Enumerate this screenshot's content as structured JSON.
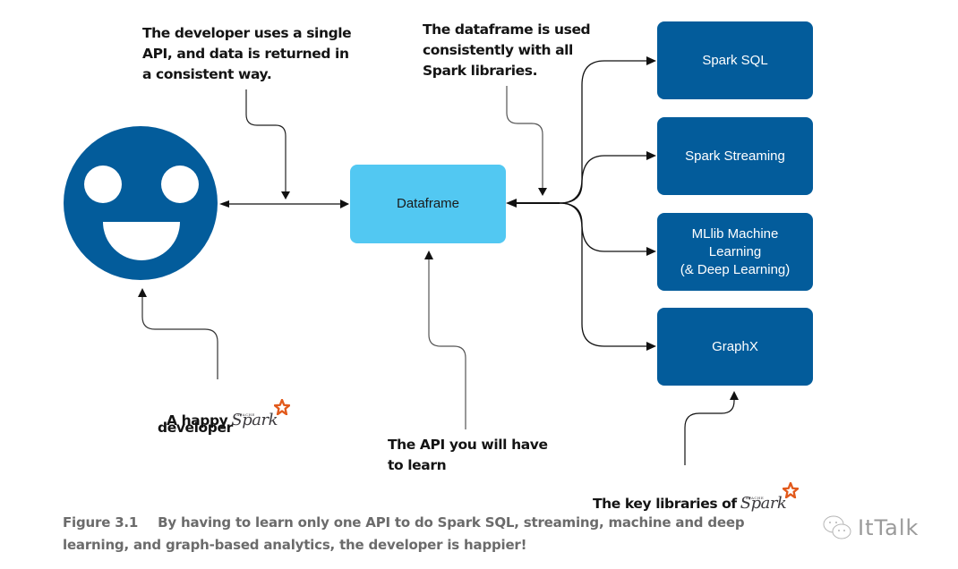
{
  "figure": {
    "number": "Figure 3.1",
    "caption_line1": "By having to learn only one API to do Spark SQL, streaming, machine and deep",
    "caption_line2": "learning, and graph-based analytics, the developer is happier!"
  },
  "nodes": {
    "developer": {
      "icon": "happy-face-icon",
      "color": "#035c9b"
    },
    "dataframe": {
      "label": "Dataframe",
      "color": "#52c8f2"
    },
    "libraries": [
      {
        "label": "Spark SQL"
      },
      {
        "label": "Spark Streaming"
      },
      {
        "label": "MLlib Machine\nLearning\n(& Deep Learning)"
      },
      {
        "label": "GraphX"
      }
    ],
    "library_color": "#035c9b"
  },
  "annotations": {
    "single_api": "The developer uses a single\nAPI, and data is returned in\na consistent way.",
    "dataframe_consistent": "The dataframe is used\nconsistently with all\nSpark libraries.",
    "happy_developer_prefix": "A happy",
    "happy_developer_suffix": "developer",
    "api_to_learn": "The API you will have\nto learn",
    "key_libraries": "The key libraries of"
  },
  "logo": {
    "name": "Spark",
    "apache": "APACHE",
    "star_color": "#e25a1c"
  },
  "watermark": {
    "icon": "wechat-icon",
    "text": "ItTalk"
  }
}
